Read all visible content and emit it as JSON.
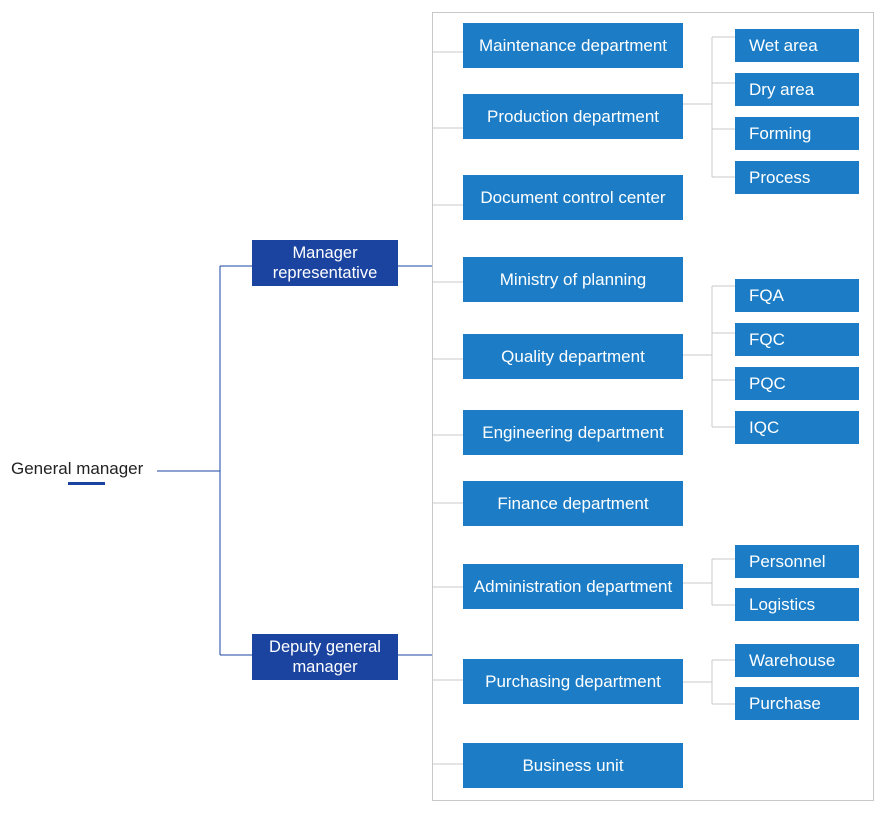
{
  "root": {
    "label": "General manager"
  },
  "managers": [
    {
      "label": "Manager representative"
    },
    {
      "label": "Deputy general manager"
    }
  ],
  "departments": [
    {
      "label": "Maintenance department"
    },
    {
      "label": "Production department"
    },
    {
      "label": "Document control center"
    },
    {
      "label": "Ministry of planning"
    },
    {
      "label": "Quality department"
    },
    {
      "label": "Engineering department"
    },
    {
      "label": "Finance department"
    },
    {
      "label": "Administration department"
    },
    {
      "label": "Purchasing department"
    },
    {
      "label": "Business unit"
    }
  ],
  "production_units": [
    {
      "label": "Wet area"
    },
    {
      "label": "Dry area"
    },
    {
      "label": "Forming"
    },
    {
      "label": "Process"
    }
  ],
  "quality_units": [
    {
      "label": "FQA"
    },
    {
      "label": "FQC"
    },
    {
      "label": "PQC"
    },
    {
      "label": "IQC"
    }
  ],
  "administration_units": [
    {
      "label": "Personnel"
    },
    {
      "label": "Logistics"
    }
  ],
  "purchasing_units": [
    {
      "label": "Warehouse"
    },
    {
      "label": "Purchase"
    }
  ],
  "colors": {
    "manager_box": "#1a44a0",
    "department_box": "#1c7dc6",
    "connector": "#1a44a0",
    "panel_border": "#c8c8c8",
    "text_on_box": "#ffffff"
  }
}
